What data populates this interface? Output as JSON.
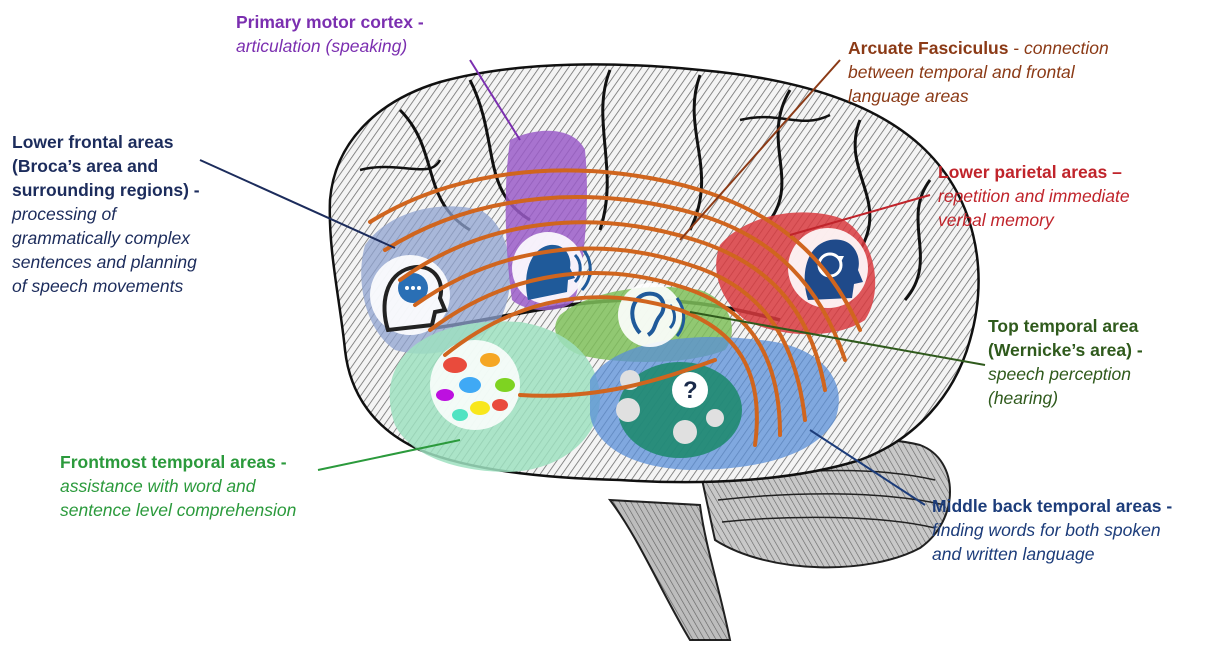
{
  "colors": {
    "motor": "#7b2fb0",
    "arcuate": "#8b3a16",
    "frontal": "#1c2c5c",
    "parietal": "#c0242b",
    "wernicke": "#2f5a1c",
    "anterior_temporal": "#2b9a3c",
    "middle_temporal": "#1c3c7a",
    "fiber": "#d0651e"
  },
  "labels": {
    "motor": {
      "title": "Primary motor cortex -",
      "desc": "articulation (speaking)"
    },
    "arcuate": {
      "title": "Arcuate Fasciculus",
      "sep": " - ",
      "desc1": "connection",
      "desc2": "between temporal and frontal",
      "desc3": "language areas"
    },
    "frontal": {
      "line1": "Lower frontal areas",
      "line2": "(Broca’s area and",
      "line3": "surrounding regions) -",
      "desc1": "processing of",
      "desc2": "grammatically complex",
      "desc3": "sentences and planning",
      "desc4": "of speech movements"
    },
    "parietal": {
      "title": "Lower parietal areas –",
      "desc1": "repetition and immediate",
      "desc2": "verbal memory"
    },
    "wernicke": {
      "line1": "Top temporal area",
      "line2": "(Wernicke’s area) -",
      "desc1": "speech perception",
      "desc2": "(hearing)"
    },
    "anterior_temporal": {
      "title": "Frontmost temporal areas -",
      "desc1": "assistance with word and",
      "desc2": "sentence level comprehension"
    },
    "middle_temporal": {
      "title": "Middle back temporal areas -",
      "desc1": "finding words for both spoken",
      "desc2": "and written language"
    }
  },
  "icons": [
    "speech-bubble-head-icon",
    "speaking-head-icon",
    "ear-icon",
    "question-thought-icon",
    "chat-bubbles-icon",
    "memory-head-icon"
  ]
}
